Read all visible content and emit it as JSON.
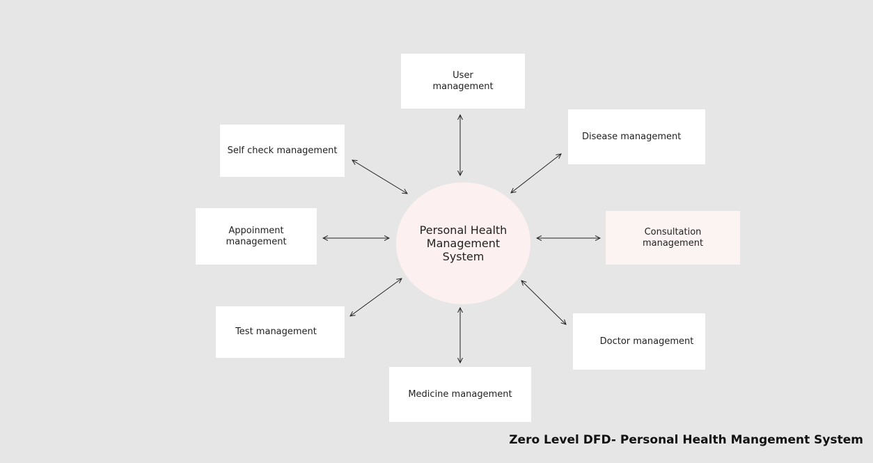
{
  "diagram": {
    "center": "Personal Health\nManagement\nSystem",
    "entities": {
      "user": "User\nmanagement",
      "disease": "Disease management",
      "consultation": "Consultation\nmanagement",
      "doctor": "Doctor management",
      "medicine": "Medicine management",
      "test": "Test management",
      "appoinment": "Appoinment\nmanagement",
      "selfcheck": "Self check management"
    },
    "caption": "Zero Level DFD- Personal Health Mangement System"
  }
}
